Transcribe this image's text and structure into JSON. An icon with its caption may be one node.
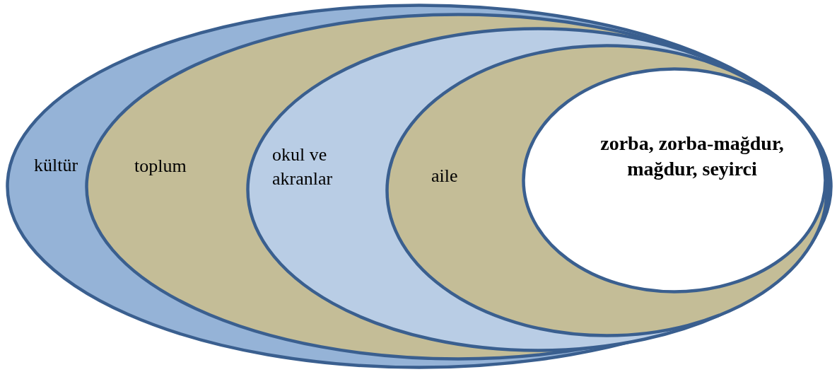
{
  "diagram": {
    "nodes": [
      {
        "text": [
          "kültür"
        ]
      },
      {
        "text": [
          "toplum"
        ],
        "in": 0
      },
      {
        "text": [
          "okul ve akranlar"
        ],
        "in": 1
      },
      {
        "text": [
          "aile"
        ],
        "in": 2
      },
      {
        "text": [
          "zorba, zorba-mağdur, mağdur, seyirci"
        ],
        "in": 3
      }
    ]
  }
}
